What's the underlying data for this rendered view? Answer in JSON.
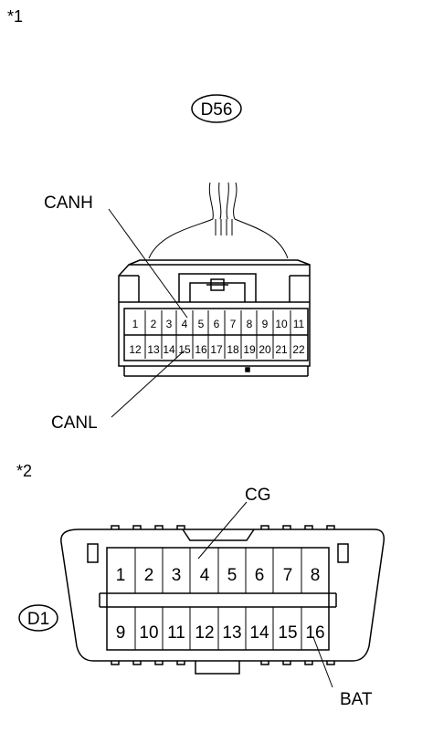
{
  "figure1": {
    "marker": "*1",
    "connector_id": "D56",
    "labels": {
      "canh": "CANH",
      "canl": "CANL"
    },
    "pins_top": [
      "1",
      "2",
      "3",
      "4",
      "5",
      "6",
      "7",
      "8",
      "9",
      "10",
      "11"
    ],
    "pins_bottom": [
      "12",
      "13",
      "14",
      "15",
      "16",
      "17",
      "18",
      "19",
      "20",
      "21",
      "22"
    ]
  },
  "figure2": {
    "marker": "*2",
    "connector_id": "D1",
    "labels": {
      "cg": "CG",
      "bat": "BAT"
    },
    "pins_top": [
      "1",
      "2",
      "3",
      "4",
      "5",
      "6",
      "7",
      "8"
    ],
    "pins_bottom": [
      "9",
      "10",
      "11",
      "12",
      "13",
      "14",
      "15",
      "16"
    ]
  }
}
